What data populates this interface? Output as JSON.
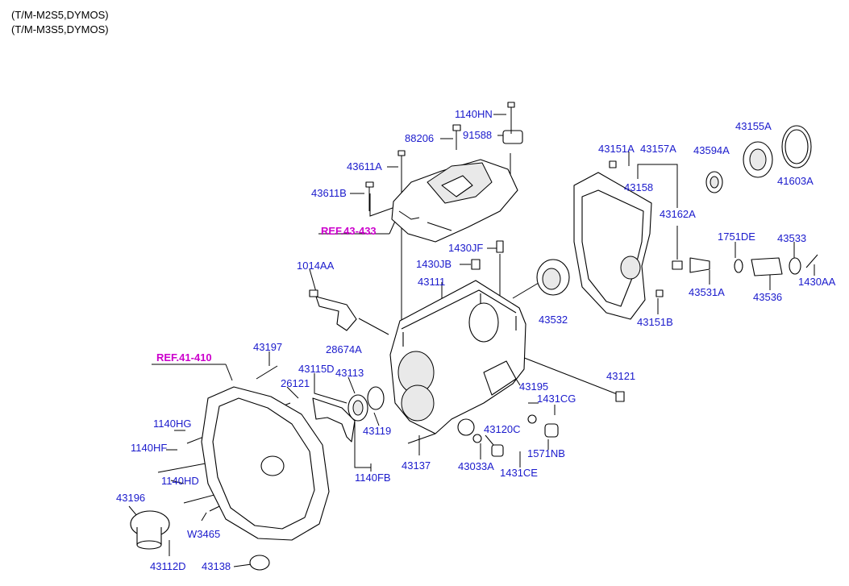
{
  "header": {
    "line1": "(T/M-M2S5,DYMOS)",
    "line2": "(T/M-M3S5,DYMOS)"
  },
  "colors": {
    "part_label": "#1a1acc",
    "ref_label": "#cc00cc",
    "line": "#000000"
  },
  "refs": {
    "r1": "REF.43-433",
    "r2": "REF.41-410"
  },
  "parts": {
    "p1140HN": "1140HN",
    "p88206": "88206",
    "p91588": "91588",
    "p43611A": "43611A",
    "p43611B": "43611B",
    "p1430JF": "1430JF",
    "p1430JB": "1430JB",
    "p1014AA": "1014AA",
    "p43111": "43111",
    "p43532": "43532",
    "p28674A": "28674A",
    "p43151A": "43151A",
    "p43157A": "43157A",
    "p43594A": "43594A",
    "p43155A": "43155A",
    "p41603A": "41603A",
    "p43158": "43158",
    "p43162A": "43162A",
    "p1751DE": "1751DE",
    "p43533": "43533",
    "p43531A": "43531A",
    "p43536": "43536",
    "p1430AA": "1430AA",
    "p43151B": "43151B",
    "p43197": "43197",
    "p43115D": "43115D",
    "p43113": "43113",
    "p26121": "26121",
    "p43121": "43121",
    "p43195": "43195",
    "p1431CG": "1431CG",
    "p1140HG": "1140HG",
    "p43119": "43119",
    "p43120C": "43120C",
    "p1140HF": "1140HF",
    "p43137": "43137",
    "p1571NB": "1571NB",
    "p43033A": "43033A",
    "p1431CE": "1431CE",
    "p1140FB": "1140FB",
    "p1140HD": "1140HD",
    "p43196": "43196",
    "pW3465": "W3465",
    "p43112D": "43112D",
    "p43138": "43138"
  }
}
